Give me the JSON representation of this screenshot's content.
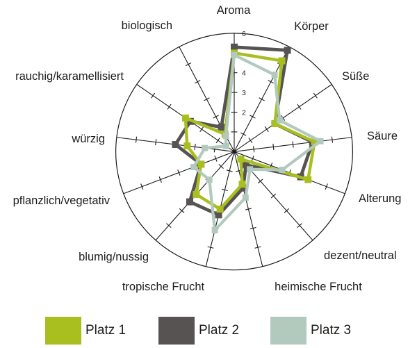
{
  "chart_data": {
    "type": "radar",
    "title": "",
    "axes": [
      "Aroma",
      "Körper",
      "Süße",
      "Säure",
      "Alterung",
      "dezent/neutral",
      "heimische Frucht",
      "tropische Frucht",
      "blumig/nussig",
      "pflanzlich/vegetativ",
      "würzig",
      "rauchig/karamellisiert",
      "biologisch"
    ],
    "scale": {
      "min": 0,
      "max": 6,
      "step": 1,
      "visible_tick_labels": [
        "2",
        "3",
        "4",
        "6"
      ]
    },
    "series": [
      {
        "name": "Platz 1",
        "color": "#a9bf1f",
        "values": [
          5.0,
          5.2,
          2.5,
          4.1,
          4.0,
          0.5,
          1.7,
          3.0,
          2.9,
          1.8,
          2.4,
          3.0,
          1.0
        ]
      },
      {
        "name": "Platz 2",
        "color": "#575352",
        "values": [
          5.3,
          5.8,
          2.5,
          4.0,
          3.6,
          0.9,
          1.9,
          3.3,
          3.4,
          1.8,
          3.0,
          2.7,
          1.4
        ]
      },
      {
        "name": "Platz 3",
        "color": "#b2c9be",
        "values": [
          4.9,
          4.4,
          2.8,
          4.4,
          2.6,
          1.2,
          2.4,
          4.1,
          1.9,
          2.2,
          1.5,
          0.5,
          0.9
        ]
      }
    ],
    "legend": [
      {
        "label": "Platz 1",
        "color": "#a9bf1f"
      },
      {
        "label": "Platz 2",
        "color": "#575352"
      },
      {
        "label": "Platz 3",
        "color": "#b2c9be"
      }
    ],
    "grid_color": "#1a1a1a",
    "text_color": "#1d1d1b",
    "legend_position": "bottom"
  }
}
